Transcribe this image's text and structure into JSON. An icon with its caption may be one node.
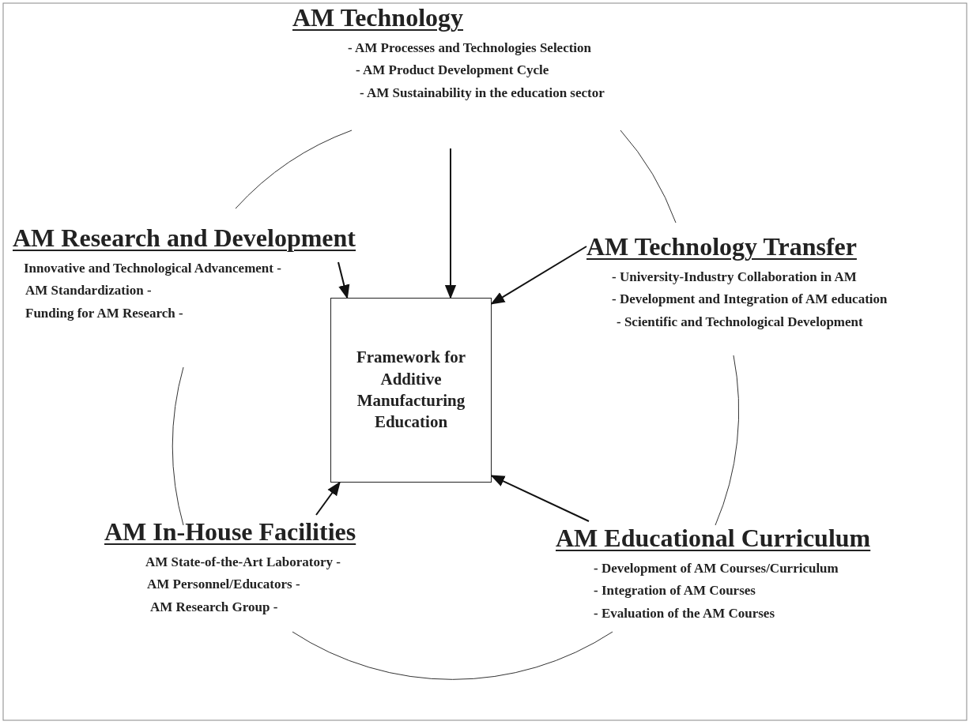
{
  "diagram": {
    "nodes": [
      {
        "text": [
          "AM Technology",
          "- AM Processes and Technologies Selection",
          "- AM Product Development Cycle",
          "- AM Sustainability in the education sector"
        ]
      },
      {
        "text": [
          "AM Research and Development",
          "Innovative and Technological Advancement -",
          "AM Standardization -",
          "Funding for AM Research -"
        ]
      },
      {
        "text": [
          "AM Technology Transfer",
          "- University-Industry Collaboration in AM",
          "- Development and Integration of AM education",
          "- Scientific and Technological Development"
        ]
      },
      {
        "text": [
          "Framework for Additive Manufacturing Education"
        ]
      },
      {
        "text": [
          "AM In-House Facilities",
          "AM State-of-the-Art Laboratory -",
          "AM Personnel/Educators -",
          "AM Research Group -"
        ]
      },
      {
        "text": [
          "AM Educational Curriculum",
          "- Development of AM Courses/Curriculum",
          "- Integration of AM Courses",
          "- Evaluation of the AM Courses"
        ]
      }
    ],
    "edges": [
      {
        "from": 0,
        "to": 3,
        "arrow": "to"
      },
      {
        "from": 1,
        "to": 3,
        "arrow": "to"
      },
      {
        "from": 2,
        "to": 3,
        "arrow": "to"
      },
      {
        "from": 4,
        "to": 3,
        "arrow": "to"
      },
      {
        "from": 5,
        "to": 3,
        "arrow": "to"
      }
    ]
  }
}
